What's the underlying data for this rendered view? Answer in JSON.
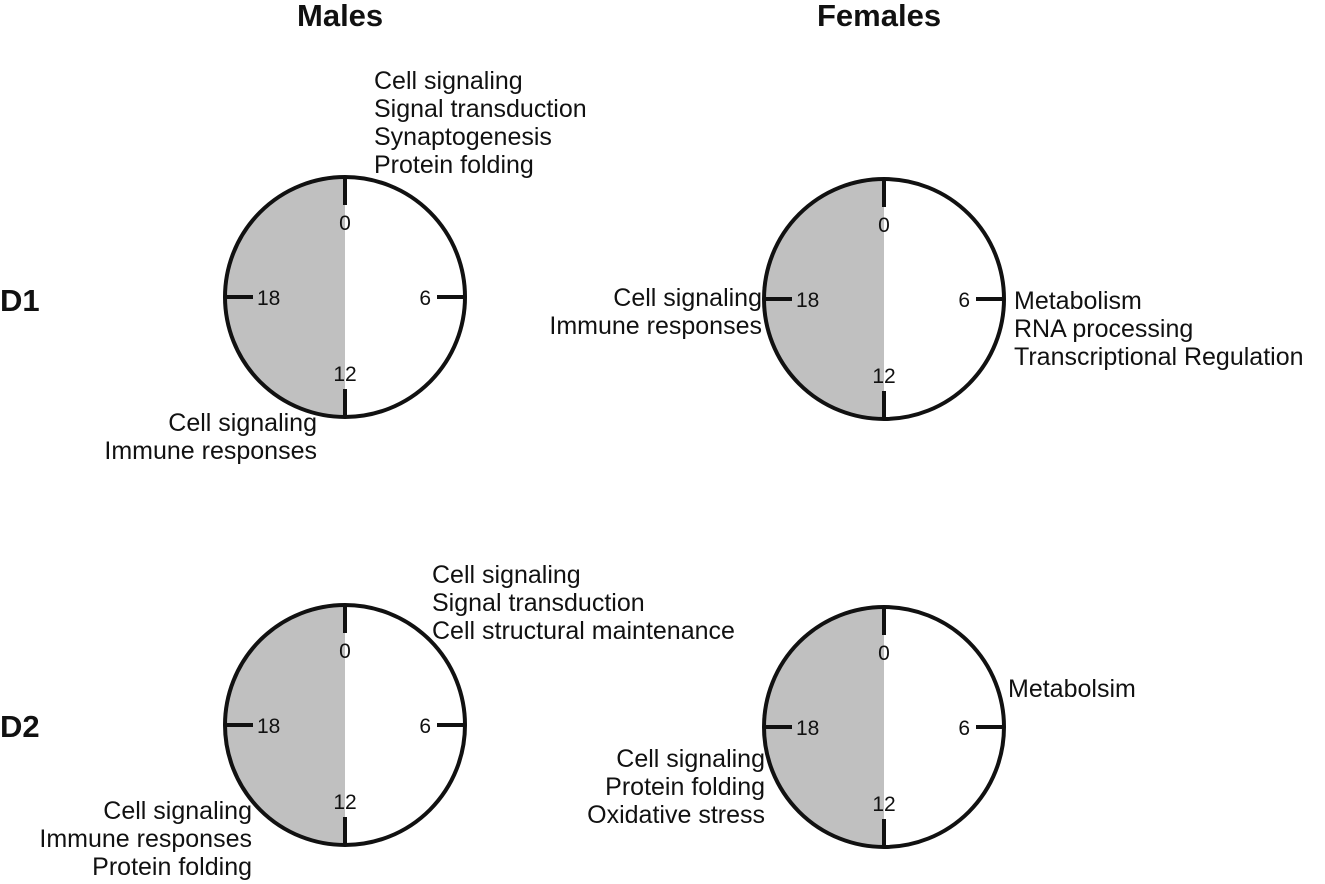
{
  "columns": [
    "Males",
    "Females"
  ],
  "rows": [
    "D1",
    "D2"
  ],
  "tick_labels": {
    "top": "0",
    "right": "6",
    "bottom": "12",
    "left": "18"
  },
  "colors": {
    "shaded": "#c0c0c0",
    "stroke": "#111111",
    "background": "#ffffff"
  },
  "panels": {
    "d1_males": {
      "upper_right_terms": [
        "Cell signaling",
        "Signal transduction",
        "Synaptogenesis",
        "Protein folding"
      ],
      "lower_left_terms": [
        "Cell signaling",
        "Immune responses"
      ]
    },
    "d1_females": {
      "left_terms": [
        "Cell signaling",
        "Immune responses"
      ],
      "right_terms": [
        "Metabolism",
        "RNA processing",
        "Transcriptional Regulation"
      ]
    },
    "d2_males": {
      "upper_right_terms": [
        "Cell signaling",
        "Signal transduction",
        "Cell structural maintenance"
      ],
      "lower_left_terms": [
        "Cell signaling",
        "Immune responses",
        "Protein folding"
      ]
    },
    "d2_females": {
      "upper_right_terms": [
        "Metabolsim"
      ],
      "left_terms": [
        "Cell signaling",
        "Protein folding",
        "Oxidative stress"
      ]
    }
  }
}
